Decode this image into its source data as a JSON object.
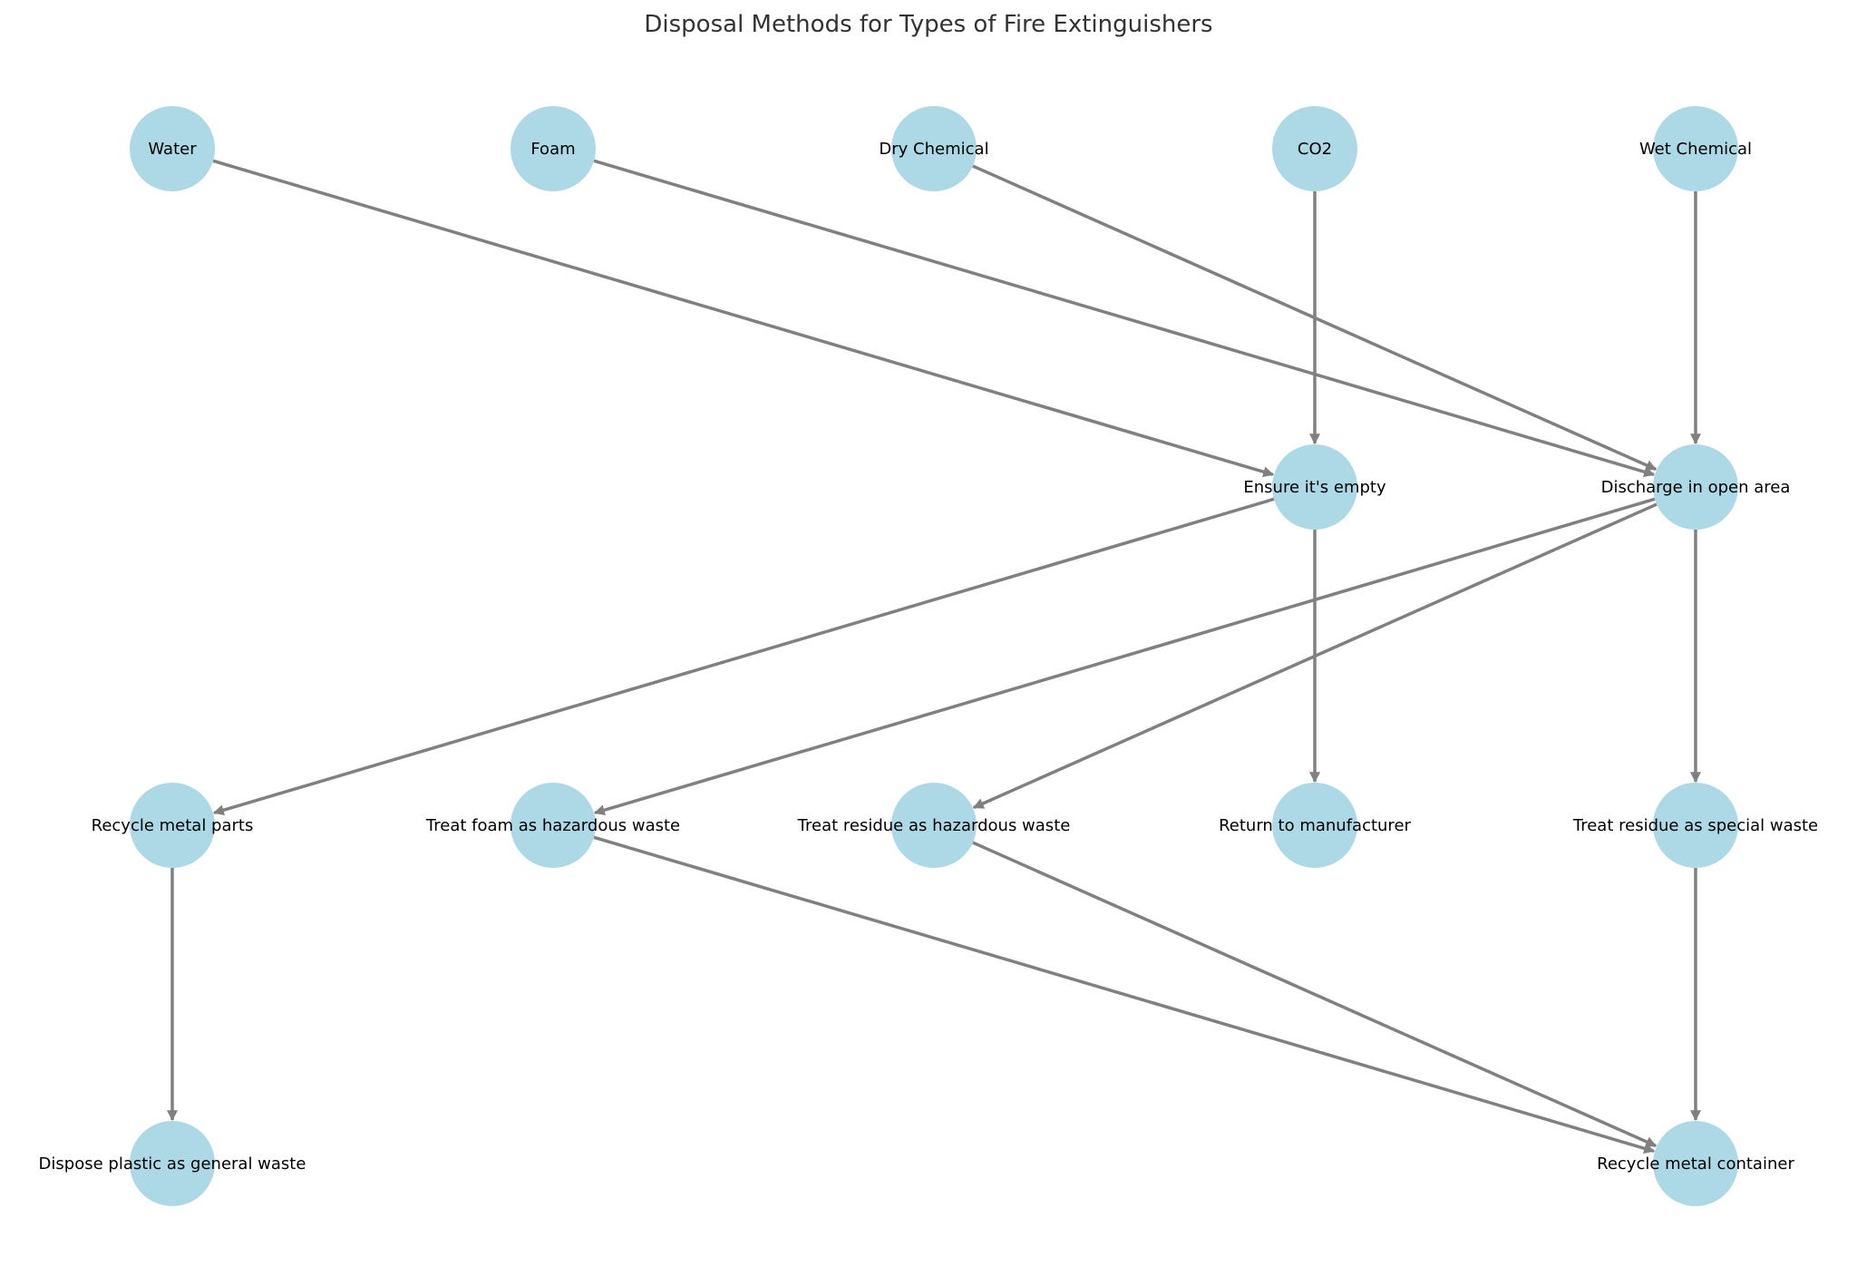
{
  "title": "Disposal Methods for Types of Fire Extinguishers",
  "colors": {
    "node_fill": "#add8e6",
    "edge": "#808080",
    "label": "#000000",
    "title": "#333333",
    "background": "#ffffff"
  },
  "nodes": [
    {
      "id": "water",
      "label": "Water"
    },
    {
      "id": "foam",
      "label": "Foam"
    },
    {
      "id": "dry_chemical",
      "label": "Dry Chemical"
    },
    {
      "id": "co2",
      "label": "CO2"
    },
    {
      "id": "wet_chemical",
      "label": "Wet Chemical"
    },
    {
      "id": "ensure_empty",
      "label": "Ensure it's empty"
    },
    {
      "id": "discharge_open",
      "label": "Discharge in open area"
    },
    {
      "id": "recycle_metal_parts",
      "label": "Recycle metal parts"
    },
    {
      "id": "treat_foam",
      "label": "Treat foam as hazardous waste"
    },
    {
      "id": "treat_residue_hazardous",
      "label": "Treat residue as hazardous waste"
    },
    {
      "id": "return_manufacturer",
      "label": "Return to manufacturer"
    },
    {
      "id": "treat_residue_special",
      "label": "Treat residue as special waste"
    },
    {
      "id": "dispose_plastic",
      "label": "Dispose plastic as general waste"
    },
    {
      "id": "recycle_metal_container",
      "label": "Recycle metal container"
    }
  ],
  "edges": [
    {
      "from": "water",
      "to": "ensure_empty"
    },
    {
      "from": "foam",
      "to": "discharge_open"
    },
    {
      "from": "dry_chemical",
      "to": "discharge_open"
    },
    {
      "from": "co2",
      "to": "ensure_empty"
    },
    {
      "from": "wet_chemical",
      "to": "discharge_open"
    },
    {
      "from": "ensure_empty",
      "to": "recycle_metal_parts"
    },
    {
      "from": "ensure_empty",
      "to": "return_manufacturer"
    },
    {
      "from": "discharge_open",
      "to": "treat_foam"
    },
    {
      "from": "discharge_open",
      "to": "treat_residue_hazardous"
    },
    {
      "from": "discharge_open",
      "to": "treat_residue_special"
    },
    {
      "from": "recycle_metal_parts",
      "to": "dispose_plastic"
    },
    {
      "from": "treat_foam",
      "to": "recycle_metal_container"
    },
    {
      "from": "treat_residue_hazardous",
      "to": "recycle_metal_container"
    },
    {
      "from": "treat_residue_special",
      "to": "recycle_metal_container"
    }
  ]
}
